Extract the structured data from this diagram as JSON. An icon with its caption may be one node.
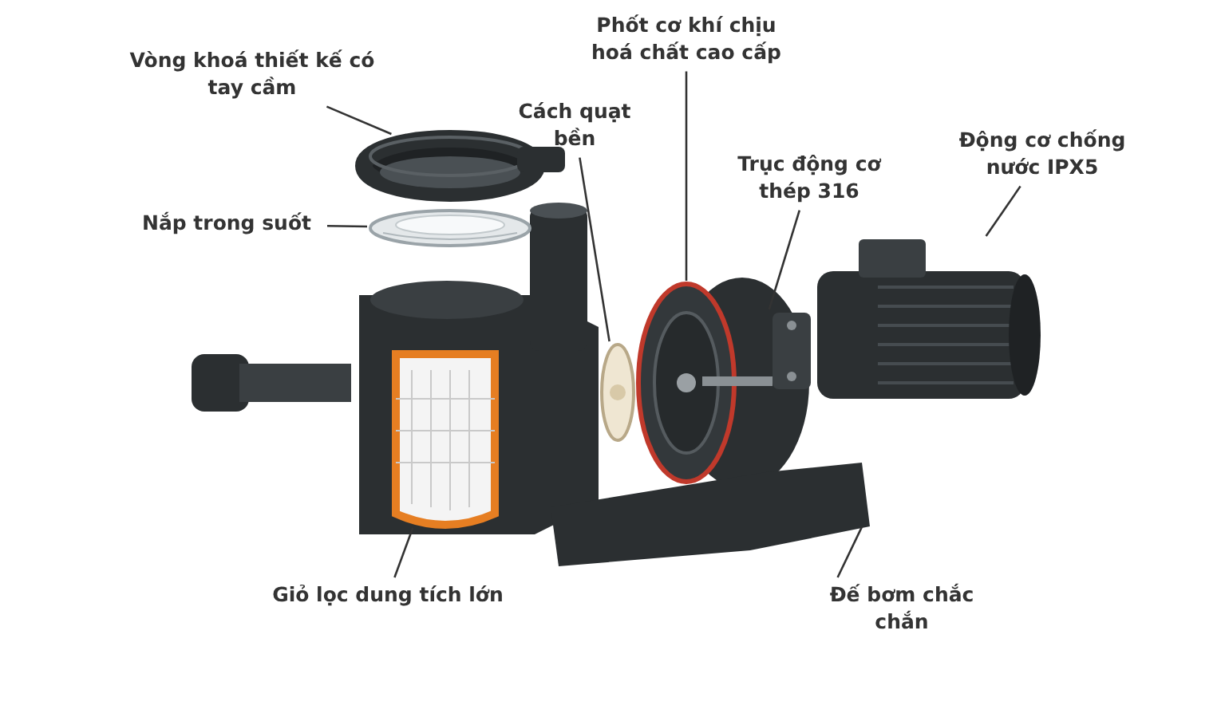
{
  "diagram": {
    "nodes": [
      {
        "text": [
          "Vòng khoá thiết kế có tay cầm"
        ]
      },
      {
        "text": [
          "Nắp trong suốt"
        ]
      },
      {
        "text": [
          "Cách quạt bền"
        ]
      },
      {
        "text": [
          "Phốt cơ khí chịu hoá chất cao cấp"
        ]
      },
      {
        "text": [
          "Trục động cơ thép 316"
        ]
      },
      {
        "text": [
          "Động cơ chống nước IPX5"
        ]
      },
      {
        "text": [
          "Giỏ lọc dung tích lớn"
        ]
      },
      {
        "text": [
          "Đế bơm chắc chắn"
        ]
      },
      {
        "text": [],
        "shape": "picture"
      },
      {
        "text": [],
        "shape": "picture"
      },
      {
        "text": [],
        "shape": "picture"
      },
      {
        "text": [],
        "shape": "picture"
      },
      {
        "text": [],
        "shape": "picture"
      },
      {
        "text": [],
        "shape": "picture"
      },
      {
        "text": [],
        "shape": "picture"
      },
      {
        "text": [],
        "shape": "picture"
      }
    ],
    "edges": [
      {
        "from": 0,
        "to": 8,
        "arrow": "none"
      },
      {
        "from": 1,
        "to": 9,
        "arrow": "none"
      },
      {
        "from": 2,
        "to": 10,
        "arrow": "none"
      },
      {
        "from": 3,
        "to": 11,
        "arrow": "none"
      },
      {
        "from": 4,
        "to": 12,
        "arrow": "none"
      },
      {
        "from": 5,
        "to": 13,
        "arrow": "none"
      },
      {
        "from": 6,
        "to": 14,
        "arrow": "none"
      },
      {
        "from": 7,
        "to": 15,
        "arrow": "none"
      }
    ]
  }
}
